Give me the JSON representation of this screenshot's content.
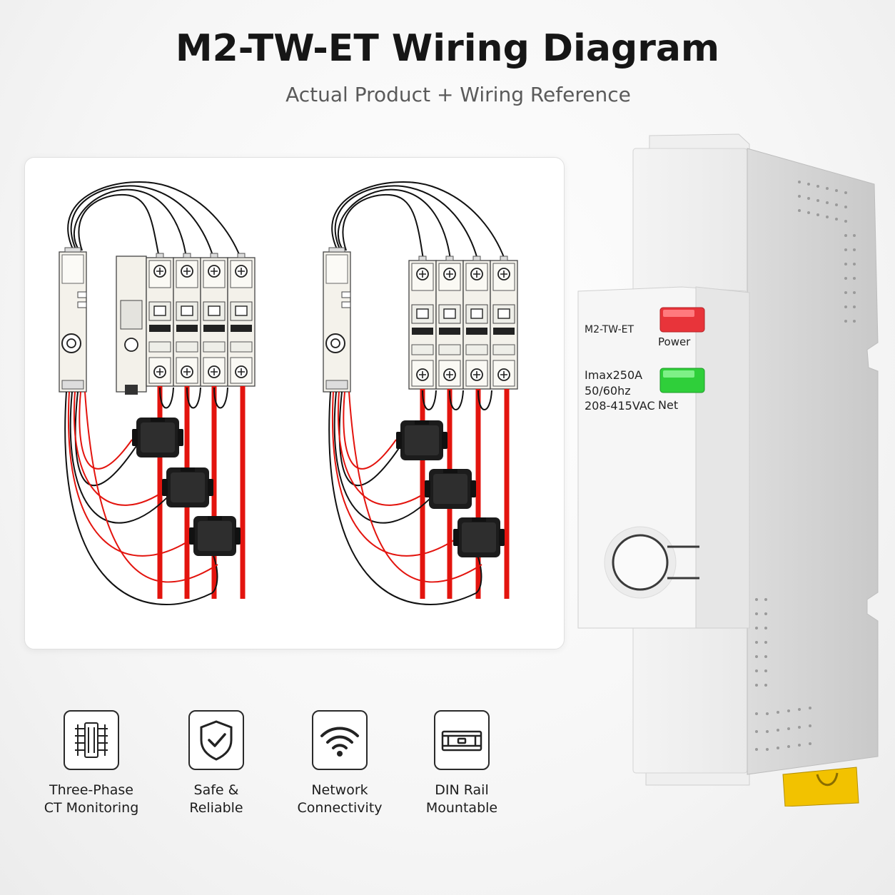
{
  "header": {
    "title": "M2-TW-ET Wiring Diagram",
    "subtitle": "Actual Product + Wiring Reference"
  },
  "device": {
    "model": "M2-TW-ET",
    "power_label": "Power",
    "net_label": "Net",
    "spec_current": "Imax250A",
    "spec_frequency": "50/60hz",
    "spec_voltage": "208-415VAC",
    "power_led_color": "#e8343a",
    "net_led_color": "#2fcf3a",
    "din_clip_color": "#f2c200"
  },
  "wiring": {
    "phase_wire_color": "#e3140e",
    "ct_color": "#1e1e1e"
  },
  "features": [
    {
      "icon": "ct-coil-icon",
      "line1": "Three-Phase",
      "line2": "CT Monitoring"
    },
    {
      "icon": "shield-check-icon",
      "line1": "Safe &",
      "line2": "Reliable"
    },
    {
      "icon": "wifi-icon",
      "line1": "Network",
      "line2": "Connectivity"
    },
    {
      "icon": "din-rail-icon",
      "line1": "DIN Rail",
      "line2": "Mountable"
    }
  ]
}
